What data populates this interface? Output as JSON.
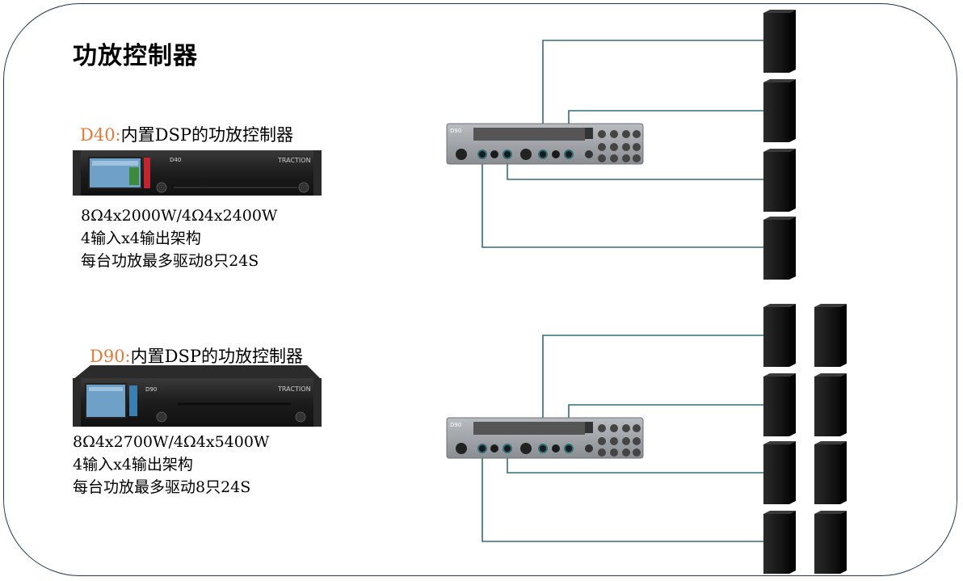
{
  "page": {
    "title": "功放控制器"
  },
  "devices": [
    {
      "model": "D40:",
      "desc": "内置DSP的功放控制器",
      "front_label": "D40",
      "brand": "TRACTION",
      "specs": [
        "8Ω4x2000W/4Ω4x2400W",
        "4输入x4输出架构",
        "每台功放最多驱动8只24S"
      ]
    },
    {
      "model": "D90:",
      "desc": "内置DSP的功放控制器",
      "front_label": "D90",
      "brand": "TRACTION",
      "specs": [
        "8Ω4x2700W/4Ω4x5400W",
        "4输入x4输出架构",
        "每台功放最多驱动8只24S"
      ]
    }
  ],
  "rear_label": "D90",
  "colors": {
    "accent": "#e07b3c",
    "cable": "#2e6e78",
    "frame": "#1f3a4a",
    "speaker": "#151515"
  }
}
